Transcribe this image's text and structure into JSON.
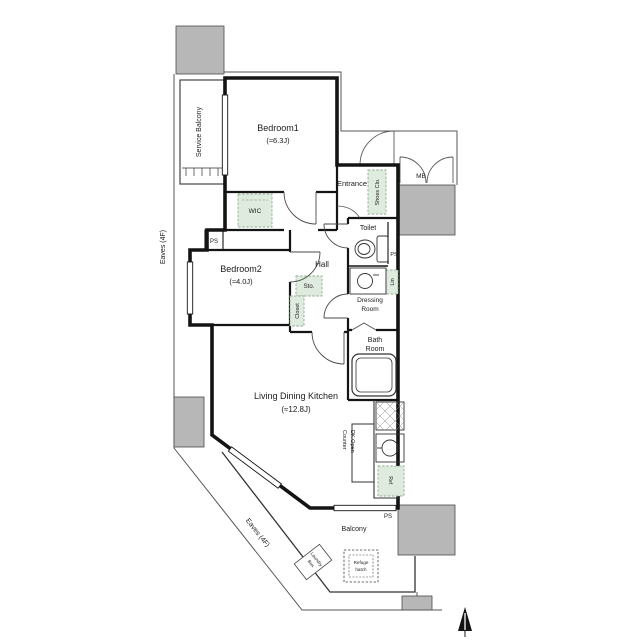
{
  "labels": {
    "service_balcony": "Service Balcony",
    "eaves_left": "Eaves (4F)",
    "eaves_bottom": "Eaves (4F)",
    "bedroom1": "Bedroom1",
    "bedroom1_size": "(≈6.3J)",
    "entrance": "Entrance",
    "shoes_closet": "Shoes Clo.",
    "meter_box": "MB",
    "wic": "WIC",
    "ps_upper": "PS",
    "ps_mid": "PS",
    "ps_lower": "PS",
    "toilet": "Toilet",
    "bedroom2": "Bedroom2",
    "bedroom2_size": "(≈4.0J)",
    "hall": "Hall",
    "storage": "Sto.",
    "closet": "Closet",
    "dressing_room_line1": "Dressing",
    "dressing_room_line2": "Room",
    "linen": "Lin",
    "bath_line1": "Bath",
    "bath_line2": "Room",
    "ldk": "Living Dining Kitchen",
    "ldk_size": "(≈12.8J)",
    "counter_line1": "Counter",
    "counter_line2": "DK Open",
    "refrigerator": "Ref.",
    "balcony": "Balcony",
    "laundry_line1": "Laundry",
    "laundry_line2": "Box",
    "refuge_line1": "Refuge",
    "refuge_line2": "hatch"
  },
  "colors": {
    "wall": "#141414",
    "eaves": "#555555",
    "gray_fill": "#b7b7b7",
    "green_fill": "#e0ebe0",
    "green_border": "#8fae8f"
  }
}
